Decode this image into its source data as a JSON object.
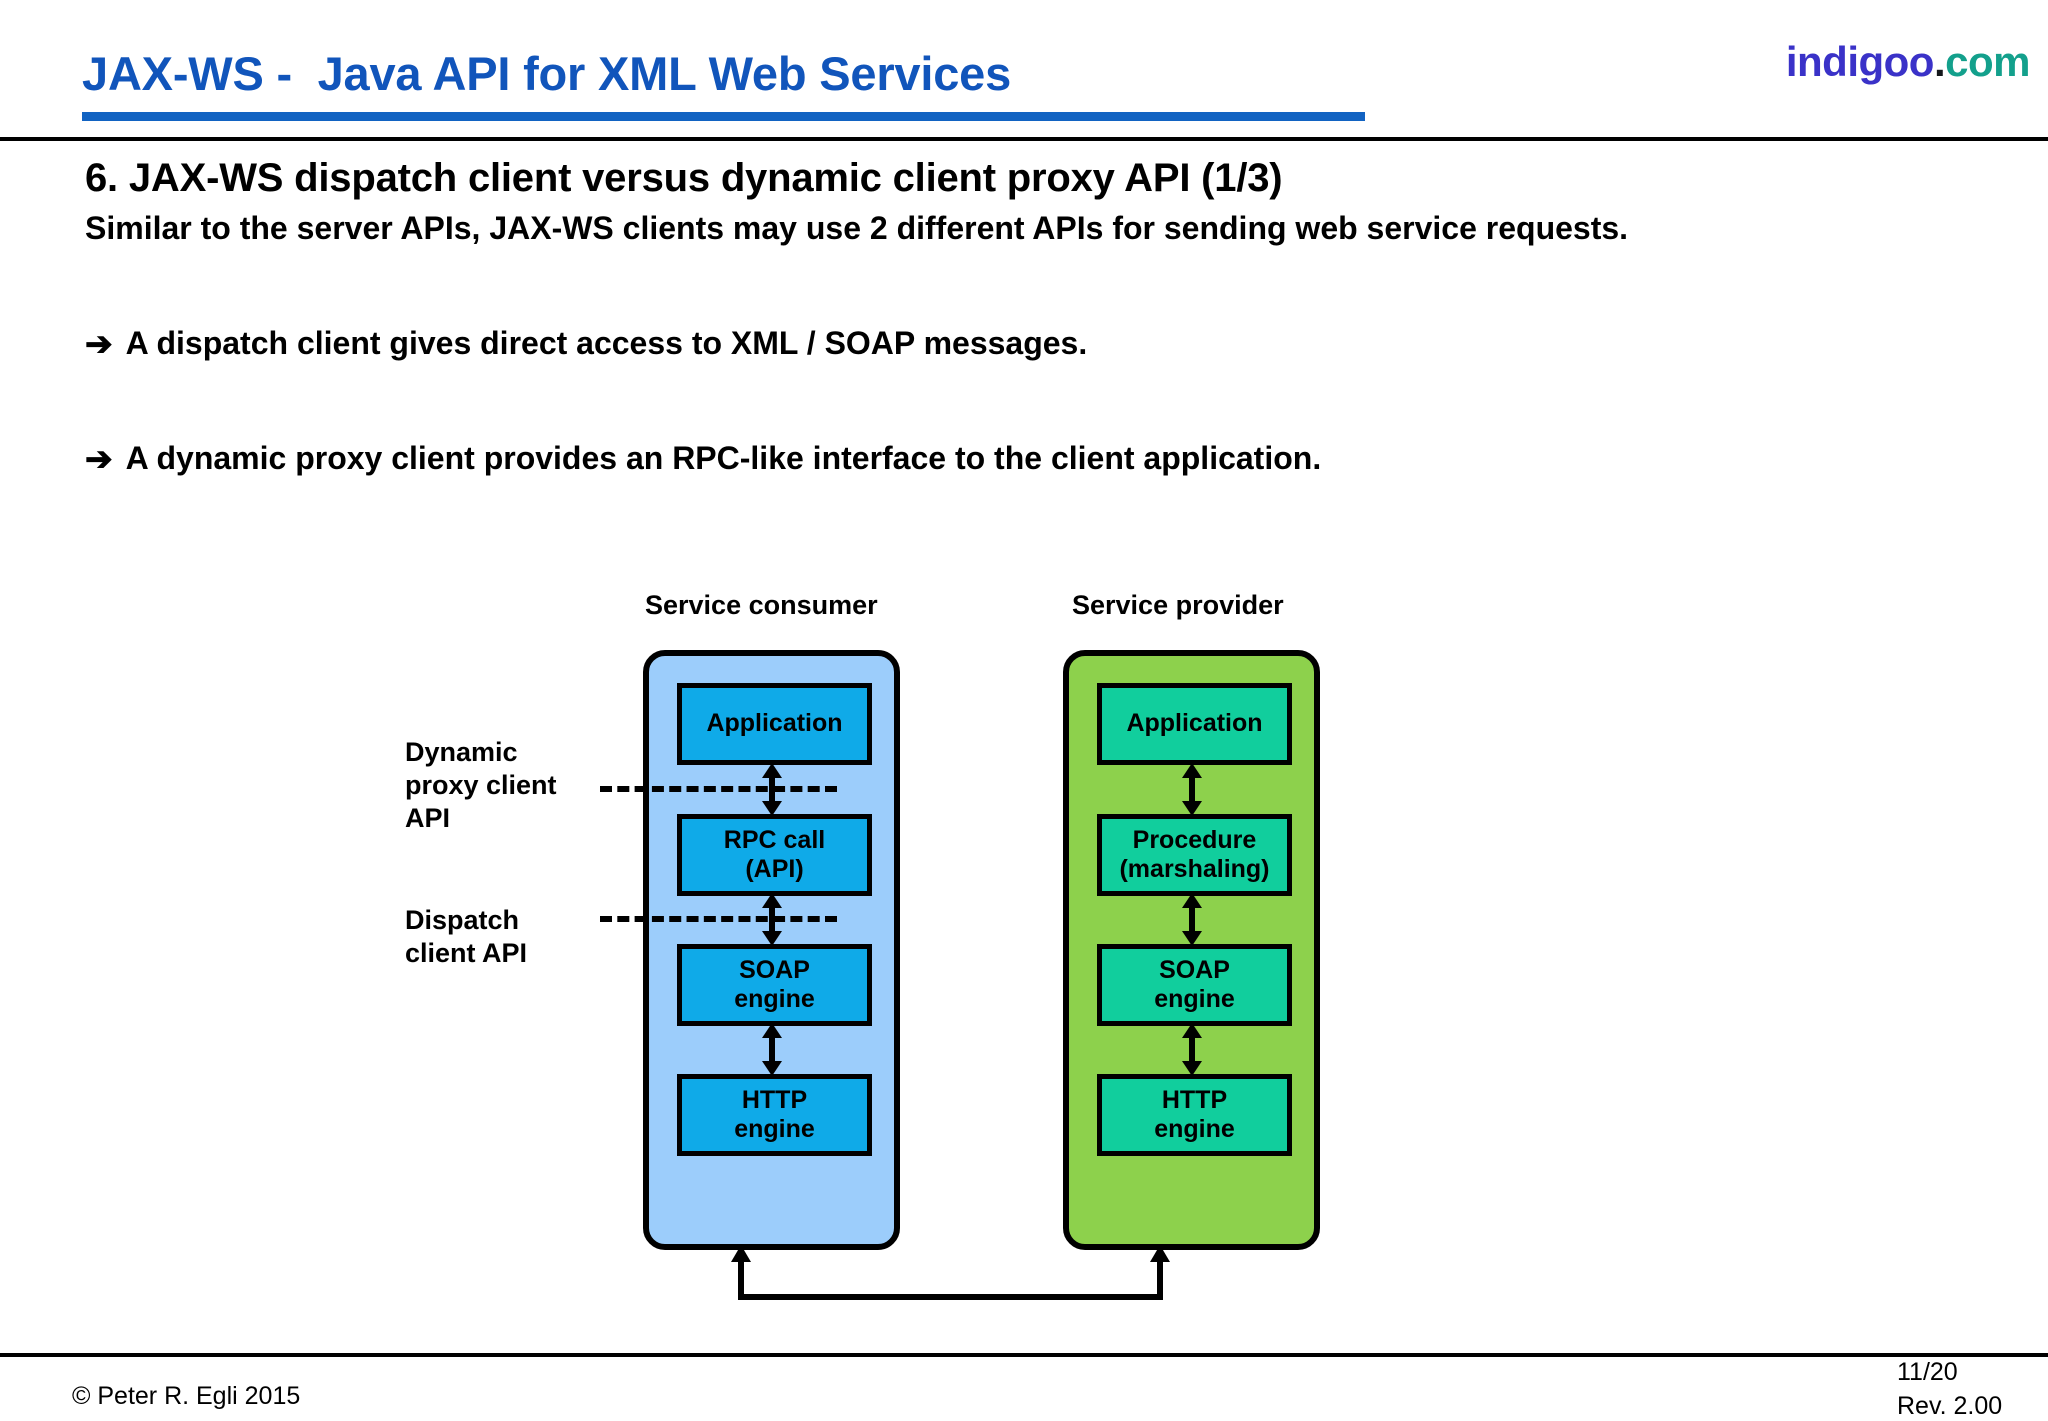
{
  "header": {
    "title": "JAX-WS -  Java API for XML Web Services",
    "brand": {
      "name": "indigoo",
      "dot": ".",
      "tld": "com"
    },
    "accent_color": "#1263C2",
    "title_color": "#1155BB",
    "brand_color": "#3A32C8",
    "brand_tld_color": "#13A08C"
  },
  "content": {
    "section_title": "6. JAX-WS dispatch client versus dynamic client proxy API (1/3)",
    "intro": "Similar to the server APIs, JAX-WS clients may use 2 different APIs for sending web service requests.",
    "bullets": [
      {
        "marker": "➔",
        "text": "A dispatch client gives direct access to XML / SOAP messages."
      },
      {
        "marker": "➔",
        "text": "A dynamic proxy client provides an RPC-like interface to the client application."
      }
    ]
  },
  "diagram": {
    "consumer": {
      "label": "Service consumer",
      "container_color": "#9CCDFB",
      "box_color": "#0FAAE8",
      "layers": [
        {
          "line1": "Application",
          "line2": ""
        },
        {
          "line1": "RPC call",
          "line2": "(API)"
        },
        {
          "line1": "SOAP",
          "line2": "engine"
        },
        {
          "line1": "HTTP",
          "line2": "engine"
        }
      ]
    },
    "provider": {
      "label": "Service provider",
      "container_color": "#8DD14C",
      "box_color": "#11CE9D",
      "layers": [
        {
          "line1": "Application",
          "line2": ""
        },
        {
          "line1": "Procedure",
          "line2": "(marshaling)"
        },
        {
          "line1": "SOAP",
          "line2": "engine"
        },
        {
          "line1": "HTTP",
          "line2": "engine"
        }
      ]
    },
    "api_labels": [
      {
        "text": "Dynamic\nproxy client\nAPI"
      },
      {
        "text": "Dispatch\nclient API"
      }
    ]
  },
  "footer": {
    "copyright": "© Peter R. Egli 2015",
    "page": "11/20",
    "revision": "Rev. 2.00"
  }
}
